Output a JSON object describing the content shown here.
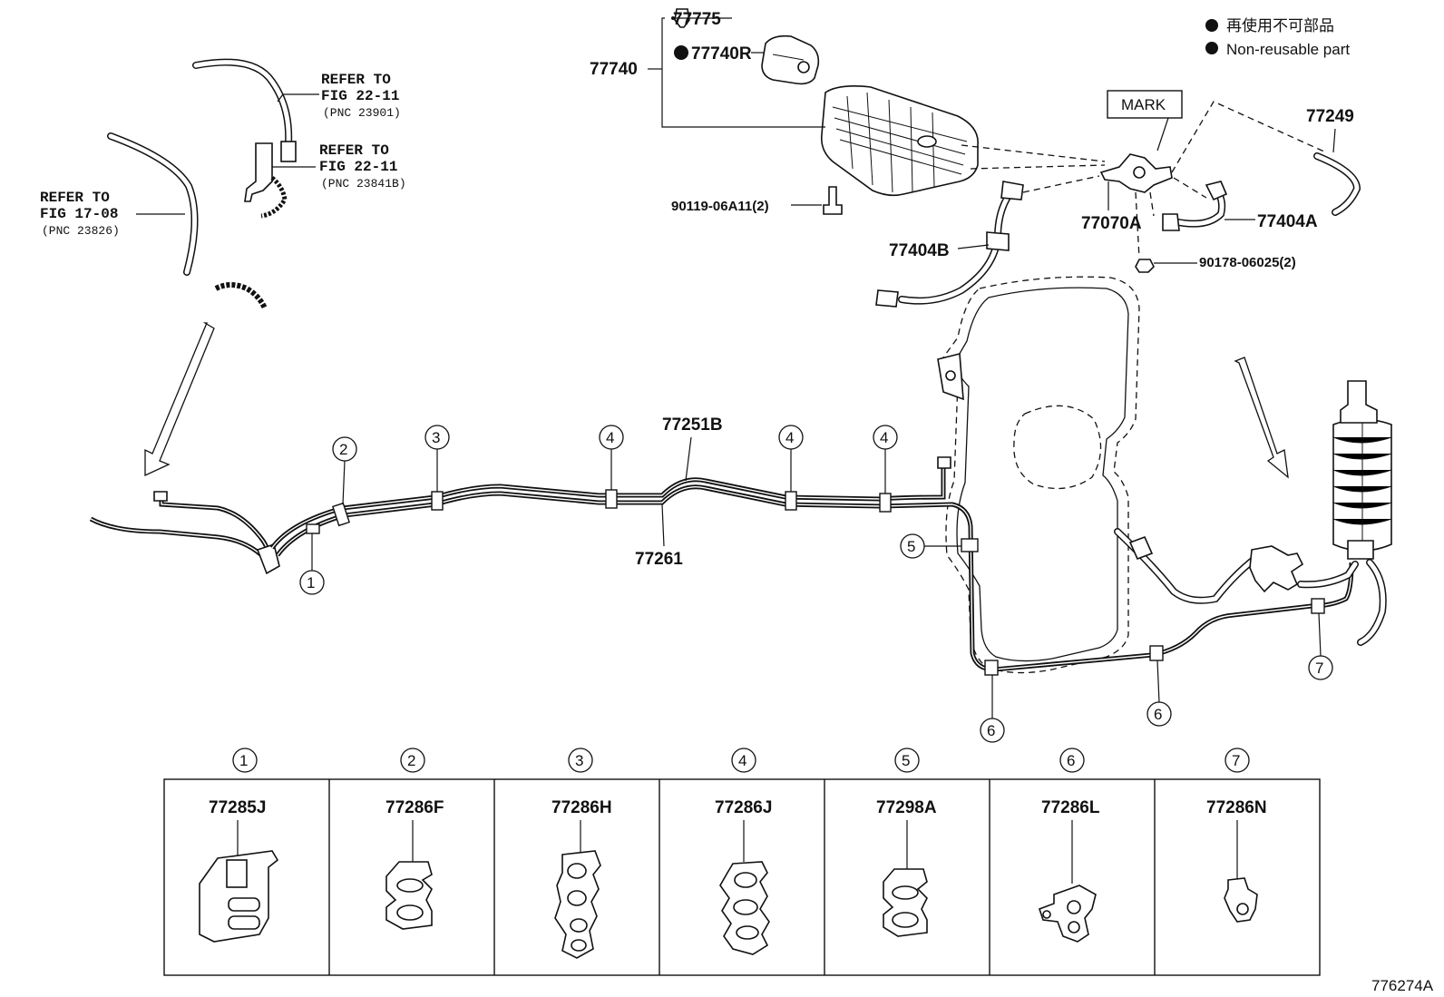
{
  "legend": {
    "line1": "再使用不可部品",
    "line2": "Non-reusable part"
  },
  "labels": {
    "p77775": "77775",
    "p77740": "77740",
    "p77740R": "77740R",
    "p90119": "90119-06A11(2)",
    "p77249": "77249",
    "p77070A": "77070A",
    "p77404A": "77404A",
    "p77404B": "77404B",
    "p90178": "90178-06025(2)",
    "p77251B": "77251B",
    "p77261": "77261",
    "mark": "MARK",
    "diagram_code": "776274A"
  },
  "refs": [
    {
      "line1": "REFER TO",
      "line2": "FIG 22-11",
      "line3": "(PNC 23901)"
    },
    {
      "line1": "REFER TO",
      "line2": "FIG 22-11",
      "line3": "(PNC 23841B)"
    },
    {
      "line1": "REFER TO",
      "line2": "FIG 17-08",
      "line3": "(PNC 23826)"
    }
  ],
  "callouts": [
    "1",
    "2",
    "3",
    "4",
    "5",
    "6",
    "7"
  ],
  "clamps": [
    {
      "num": "1",
      "part": "77285J"
    },
    {
      "num": "2",
      "part": "77286F"
    },
    {
      "num": "3",
      "part": "77286H"
    },
    {
      "num": "4",
      "part": "77286J"
    },
    {
      "num": "5",
      "part": "77298A"
    },
    {
      "num": "6",
      "part": "77286L"
    },
    {
      "num": "7",
      "part": "77286N"
    }
  ]
}
